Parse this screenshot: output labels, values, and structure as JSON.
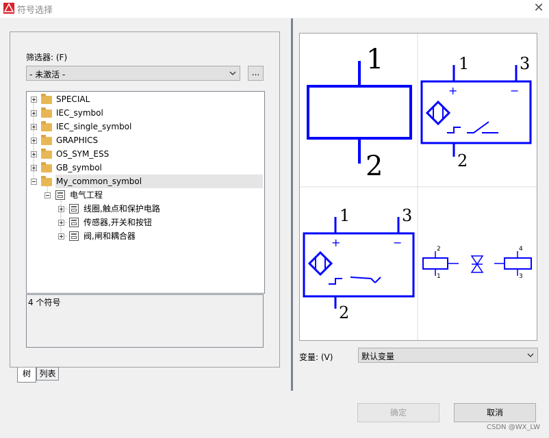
{
  "window": {
    "title": "符号选择",
    "close_glyph": "✕"
  },
  "filter": {
    "label": "筛选器: (F)",
    "value": "- 未激活 -",
    "button_label": "..."
  },
  "tree": {
    "items": [
      {
        "label": "SPECIAL"
      },
      {
        "label": "IEC_symbol"
      },
      {
        "label": "IEC_single_symbol"
      },
      {
        "label": "GRAPHICS"
      },
      {
        "label": "OS_SYM_ESS"
      },
      {
        "label": "GB_symbol"
      },
      {
        "label": "My_common_symbol"
      },
      {
        "label": "电气工程"
      },
      {
        "label": "线圈,触点和保护电路"
      },
      {
        "label": "传感器,开关和按钮"
      },
      {
        "label": "阀,闸和耦合器"
      }
    ]
  },
  "status_text": "4 个符号",
  "tabs": [
    {
      "label": "树"
    },
    {
      "label": "列表"
    }
  ],
  "preview": {
    "cell1": {
      "pin_top": "1",
      "pin_bottom": "2"
    },
    "cell2": {
      "pin1": "1",
      "pin3": "3",
      "pin2": "2",
      "plus": "+",
      "minus": "−"
    },
    "cell3": {
      "pin1": "1",
      "pin3": "3",
      "pin2": "2",
      "plus": "+",
      "minus": "−"
    },
    "cell4": {
      "pin2": "2",
      "pin1": "1",
      "pin4": "4",
      "pin3": "3"
    }
  },
  "variant": {
    "label": "变量: (V)",
    "value": "默认变量"
  },
  "buttons": {
    "ok": "确定",
    "cancel": "取消"
  },
  "watermark": "CSDN @WX_LW",
  "colors": {
    "symbol_blue": "#0000ff",
    "tree_selection": "#e5e5e5"
  }
}
